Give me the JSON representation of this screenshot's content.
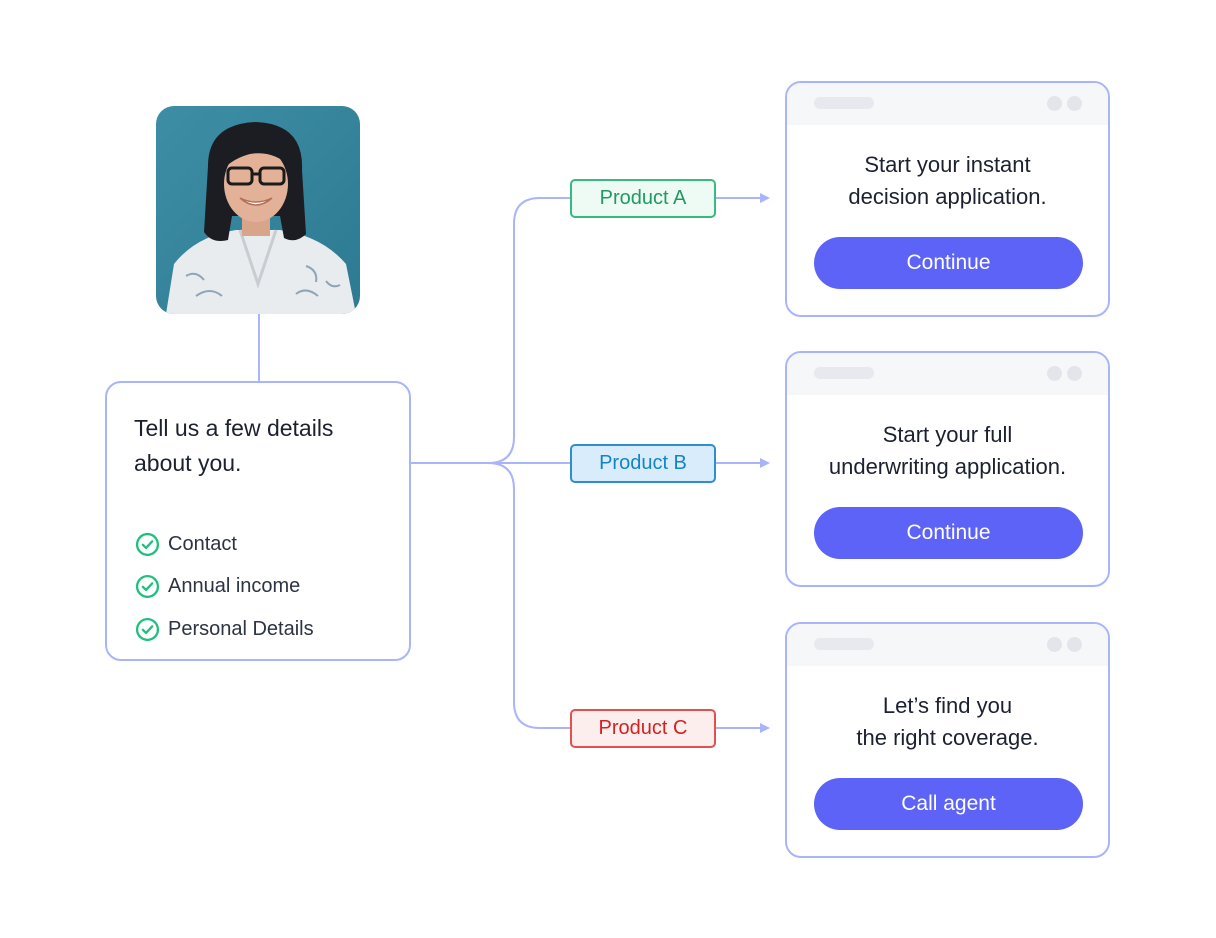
{
  "details": {
    "heading_line1": "Tell us a few details",
    "heading_line2": "about you.",
    "items": [
      {
        "label": "Contact",
        "icon": "check-circle-icon"
      },
      {
        "label": "Annual income",
        "icon": "check-circle-icon"
      },
      {
        "label": "Personal Details",
        "icon": "check-circle-icon"
      }
    ]
  },
  "products": [
    {
      "tag": "Product A",
      "tag_colors": {
        "text": "#1f9a63",
        "border": "#38b981",
        "background": "#eefaf4"
      },
      "window": {
        "line1": "Start your instant",
        "line2": "decision application.",
        "button": "Continue"
      }
    },
    {
      "tag": "Product B",
      "tag_colors": {
        "text": "#1385c4",
        "border": "#2e8fd0",
        "background": "#d8ecfb"
      },
      "window": {
        "line1": "Start your full",
        "line2": "underwriting application.",
        "button": "Continue"
      }
    },
    {
      "tag": "Product C",
      "tag_colors": {
        "text": "#d42121",
        "border": "#e35050",
        "background": "#fdeeee"
      },
      "window": {
        "line1": "Let’s find you",
        "line2": "the right coverage.",
        "button": "Call agent"
      }
    }
  ],
  "colors": {
    "connector": "#a9b5fb",
    "card_border": "#a9b5fb",
    "button": "#5c63f6",
    "check": "#1fbf7c"
  }
}
